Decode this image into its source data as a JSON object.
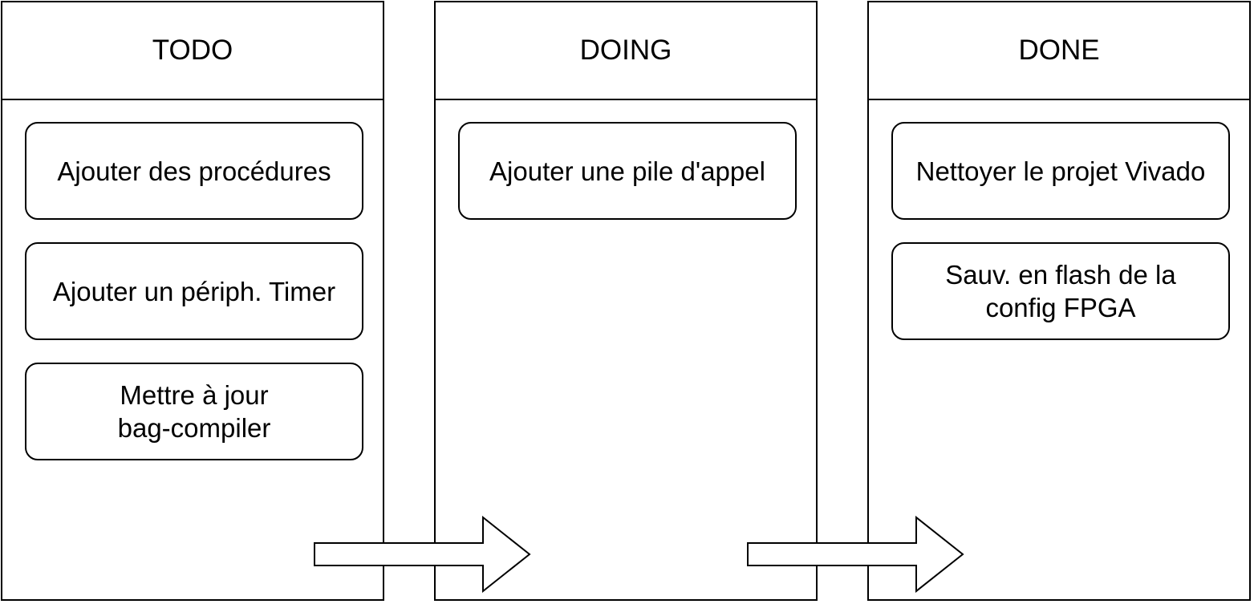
{
  "board": {
    "columns": [
      {
        "title": "TODO",
        "cards": [
          "Ajouter des procédures",
          "Ajouter un périph. Timer",
          "Mettre à jour\nbag-compiler"
        ]
      },
      {
        "title": "DOING",
        "cards": [
          "Ajouter une pile d'appel"
        ]
      },
      {
        "title": "DONE",
        "cards": [
          "Nettoyer le projet Vivado",
          "Sauv. en flash de la\nconfig FPGA"
        ]
      }
    ],
    "arrows": [
      {
        "from": "TODO",
        "to": "DOING",
        "icon": "arrow-right-icon"
      },
      {
        "from": "DOING",
        "to": "DONE",
        "icon": "arrow-right-icon"
      }
    ]
  }
}
